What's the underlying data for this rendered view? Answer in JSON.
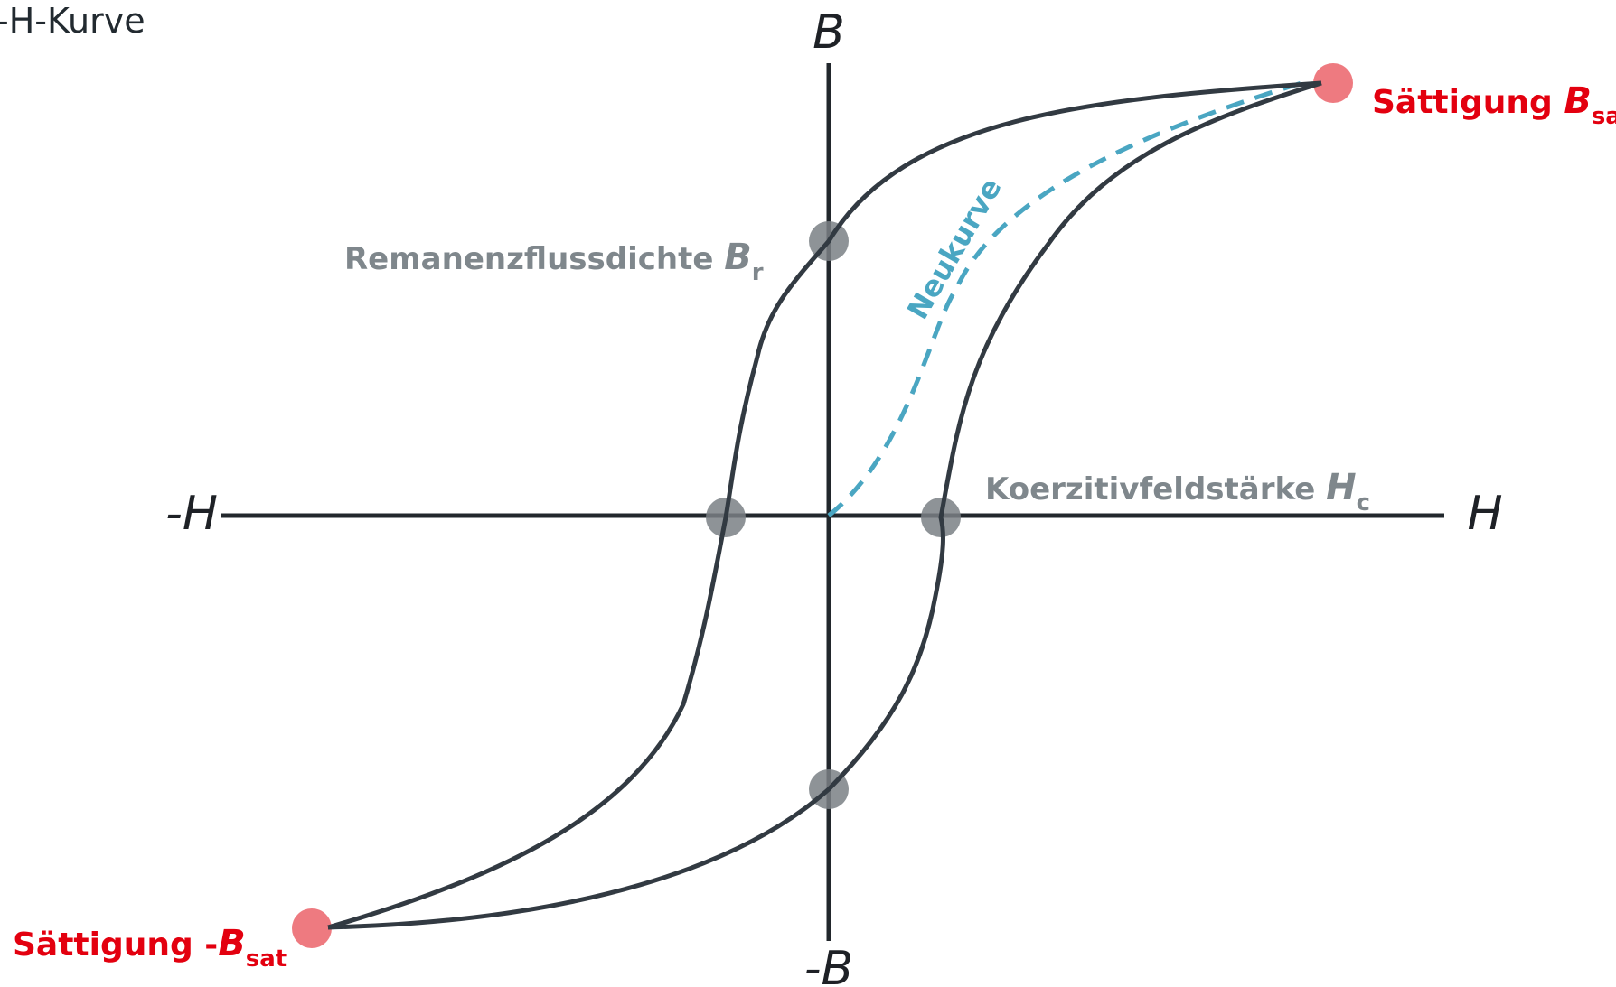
{
  "title": "-H-Kurve",
  "axes": {
    "b_pos": "B",
    "b_neg": "-B",
    "h_pos": "H",
    "h_neg": "-H"
  },
  "labels": {
    "remanence": {
      "text": "Remanenzflussdichte ",
      "symbol": "B",
      "sub": "r"
    },
    "coercivity": {
      "text": "Koerzitivfeldstärke ",
      "symbol": "H",
      "sub": "c"
    },
    "sat_pos": {
      "text": "Sättigung ",
      "symbol": "B",
      "sub": "sat"
    },
    "sat_neg": {
      "text": "Sättigung -",
      "symbol": "B",
      "sub": "sat"
    },
    "virgin": "Neukurve"
  },
  "colors": {
    "curve": "#323a42",
    "axis": "#22272c",
    "virgin_curve": "#4aa6c2",
    "saturation": "#ec6b72",
    "key_point": "#7a8085",
    "red_text": "#e3000f",
    "grey_text": "#7f878c"
  }
}
